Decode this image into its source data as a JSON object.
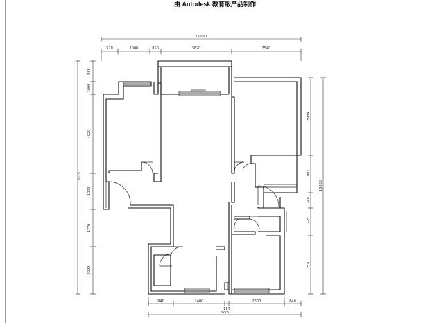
{
  "title": "由 Autodesk 教育版产品制作",
  "dimensions": {
    "top_total": "11090",
    "top": [
      "570",
      "1000",
      "850",
      "3620",
      "3540"
    ],
    "left_total": "12025",
    "left": [
      "565",
      "1000",
      "4020",
      "1020",
      "1770",
      "2020"
    ],
    "right_total": "10800",
    "right": [
      "3984",
      "1802",
      "748",
      "1225",
      "2520"
    ],
    "bottom_small": "167",
    "bottom": [
      "940",
      "2400",
      "2600",
      "640"
    ],
    "bottom_total": "8275"
  }
}
